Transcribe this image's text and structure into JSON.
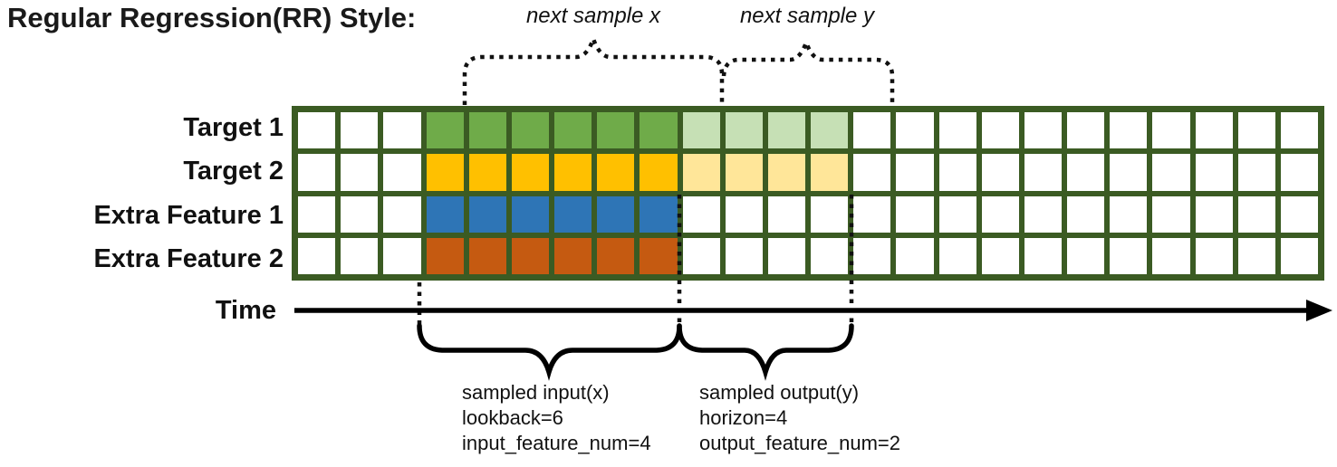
{
  "title": "Regular Regression(RR) Style:",
  "top_annotations": {
    "next_sample_x": "next sample x",
    "next_sample_y": "next sample y"
  },
  "time_axis": {
    "label": "Time"
  },
  "grid": {
    "num_columns": 24,
    "input_start_col": 3,
    "lookback": 6,
    "horizon": 4,
    "line_color": "#3B5B23",
    "empty_cell_color": "#FFFFFF",
    "rows": [
      {
        "label": "Target 1",
        "input_color": "#6FAB49",
        "output_color": "#C6E0B5",
        "has_output": true
      },
      {
        "label": "Target 2",
        "input_color": "#FFC000",
        "output_color": "#FFE699",
        "has_output": true
      },
      {
        "label": "Extra Feature 1",
        "input_color": "#2E75B6",
        "output_color": null,
        "has_output": false
      },
      {
        "label": "Extra Feature 2",
        "input_color": "#C55A11",
        "output_color": null,
        "has_output": false
      }
    ]
  },
  "sampled_input": {
    "line1": "sampled input(x)",
    "line2": "lookback=6",
    "line3": "input_feature_num=4"
  },
  "sampled_output": {
    "line1": "sampled output(y)",
    "line2": "horizon=4",
    "line3": "output_feature_num=2"
  },
  "colors": {
    "annotation_ink": "#111111",
    "axis_ink": "#000000"
  }
}
